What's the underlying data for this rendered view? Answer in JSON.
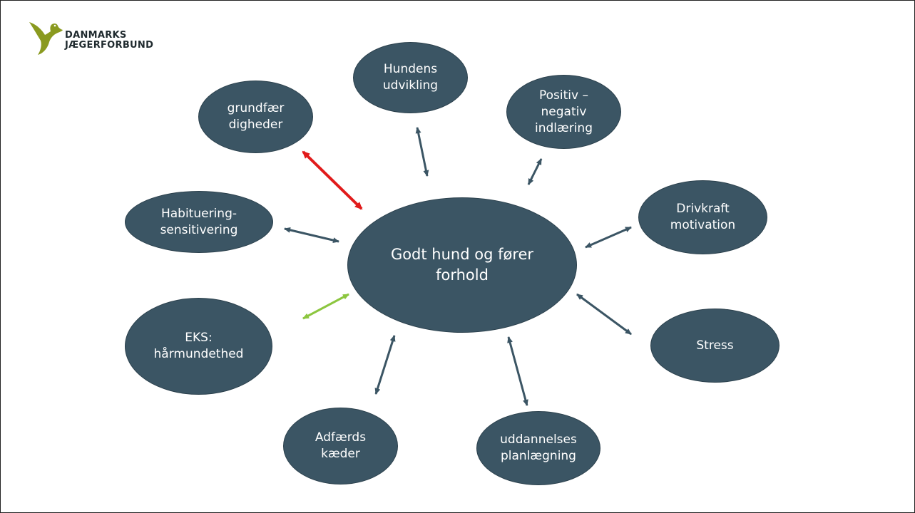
{
  "brand": {
    "line1": "DANMARKS",
    "line2": "JÆGERFORBUND",
    "logo_color": "#8a9a1f",
    "logo_icon": "duck-icon"
  },
  "colors": {
    "node_fill": "#3b5564",
    "arrow_default": "#3b5564",
    "arrow_red": "#e11b1b",
    "arrow_green": "#8cc63f"
  },
  "center": {
    "label": "Godt hund og fører\nforhold"
  },
  "nodes": {
    "hundens_udvikling": "Hundens\nudvikling",
    "positiv_negativ": "Positiv –\nnegativ\nindlæring",
    "drivkraft": "Drivkraft\nmotivation",
    "stress": "Stress",
    "uddannelse": "uddannelses\nplanlægning",
    "adfaerd": "Adfærds\nkæder",
    "eks": "EKS:\nhårmundethed",
    "habituering": "Habituering-\nsensitivering",
    "grundfaer": "grundfær\ndigheder"
  }
}
